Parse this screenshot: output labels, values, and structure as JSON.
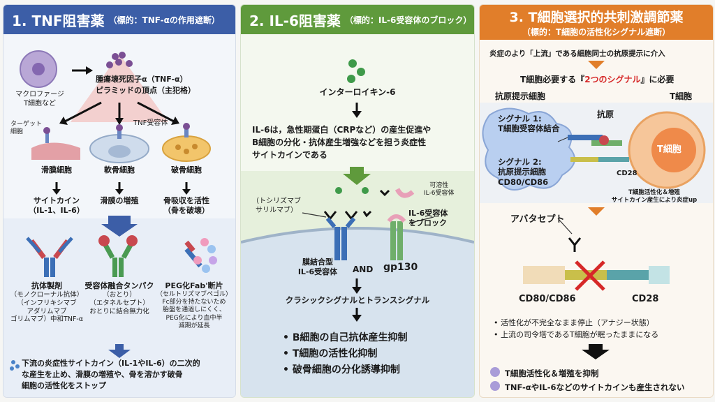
{
  "panel1": {
    "header_title": "1. TNF阻害薬",
    "header_sub": "（標的：TNF-αの作用遮断）",
    "macrophage_label": [
      "マクロファージ",
      "T細胞など"
    ],
    "tnf_title": "腫瘍壊死因子α（TNF-α）",
    "tnf_sub": "ピラミッドの頂点（主犯格）",
    "tnf_receptor": "TNF受容体",
    "target_cell": [
      "ターゲット",
      "細胞"
    ],
    "cells": [
      {
        "name": "滑膜細胞",
        "effect": [
          "サイトカイン",
          "（IL-1、IL-6）"
        ]
      },
      {
        "name": "軟骨細胞",
        "effect": [
          "滑膜の増殖"
        ]
      },
      {
        "name": "破骨細胞",
        "effect": [
          "骨吸収を活性",
          "（骨を破壊）"
        ]
      }
    ],
    "drugs": [
      {
        "name": "抗体製剤",
        "lines": [
          "（モノクローナル抗体）",
          "（インフリキシマブ",
          "アダリムマブ",
          "ゴリムマブ）中和TNF-α"
        ]
      },
      {
        "name": "受容体融合タンパク",
        "lines": [
          "（おとり）",
          "（エタネルセプト）",
          "おとりに結合無力化"
        ]
      },
      {
        "name": "PEG化Fab'断片",
        "lines": [
          "（セルトリズマブペゴル）",
          "Fc部分を持たないため",
          "胎盤を通過しにくく、",
          "PEG化により血中半",
          "減期が延長"
        ]
      }
    ],
    "summary": [
      "下流の炎症性サイトカイン（IL-1やIL-6）の二次的",
      "な産生を止め、滑膜の増殖や、骨を溶かす破骨",
      "細胞の活性化をストップ"
    ]
  },
  "panel2": {
    "header_title": "2. IL-6阻害薬",
    "header_sub": "（標的：IL-6受容体のブロック）",
    "interleukin": "インターロイキン-6",
    "description": [
      "IL-6は，急性期蛋白（CRPなど）の産生促進や",
      "B細胞の分化・抗体産生増強などを担う炎症性",
      "サイトカインである"
    ],
    "soluble_receptor": [
      "可溶性",
      "IL-6受容体"
    ],
    "drug_names": [
      "（トシリズマブ",
      "サリルマブ）"
    ],
    "block_label": [
      "IL-6受容体",
      "をブロック"
    ],
    "membrane_receptor": [
      "膜結合型",
      "IL-6受容体"
    ],
    "and_label": "AND",
    "gp130": "gp130",
    "signal": "クラシックシグナルとトランスシグナル",
    "effects": [
      "B細胞の自己抗体産生抑制",
      "T細胞の活性化抑制",
      "破骨細胞の分化誘導抑制"
    ]
  },
  "panel3": {
    "header_title": "3. T細胞選択的共刺激調節薬",
    "header_sub": "（標的：T細胞の活性化シグナル遮断）",
    "intro": "炎症のより「上流」である細胞同士の抗原提示に介入",
    "two_signal_pre": "T細胞必要する『",
    "two_signal_em": "2つのシグナル",
    "two_signal_post": "』に必要",
    "apc": "抗原提示細胞",
    "tcell_label": "T細胞",
    "antigen": "抗原",
    "signal1": [
      "シグナル 1:",
      "T細胞受容体結合"
    ],
    "signal2": [
      "シグナル 2:",
      "抗原提示細胞",
      "CD80/CD86"
    ],
    "tcell_inner": "T細胞",
    "cd28_small": "CD28",
    "activation_note": [
      "T細胞活性化＆増殖",
      "サイトカイン産生により炎症up"
    ],
    "abatacept": "アバタセプト",
    "cd80_86": "CD80/CD86",
    "cd28": "CD28",
    "results": [
      "活性化が不完全なまま停止（アナジー状態）",
      "上流の司令塔であるT細胞が眠ったままになる"
    ],
    "final": [
      "T細胞活性化＆増殖を抑制",
      "TNF-αやIL-6などのサイトカインも産生されない"
    ]
  }
}
